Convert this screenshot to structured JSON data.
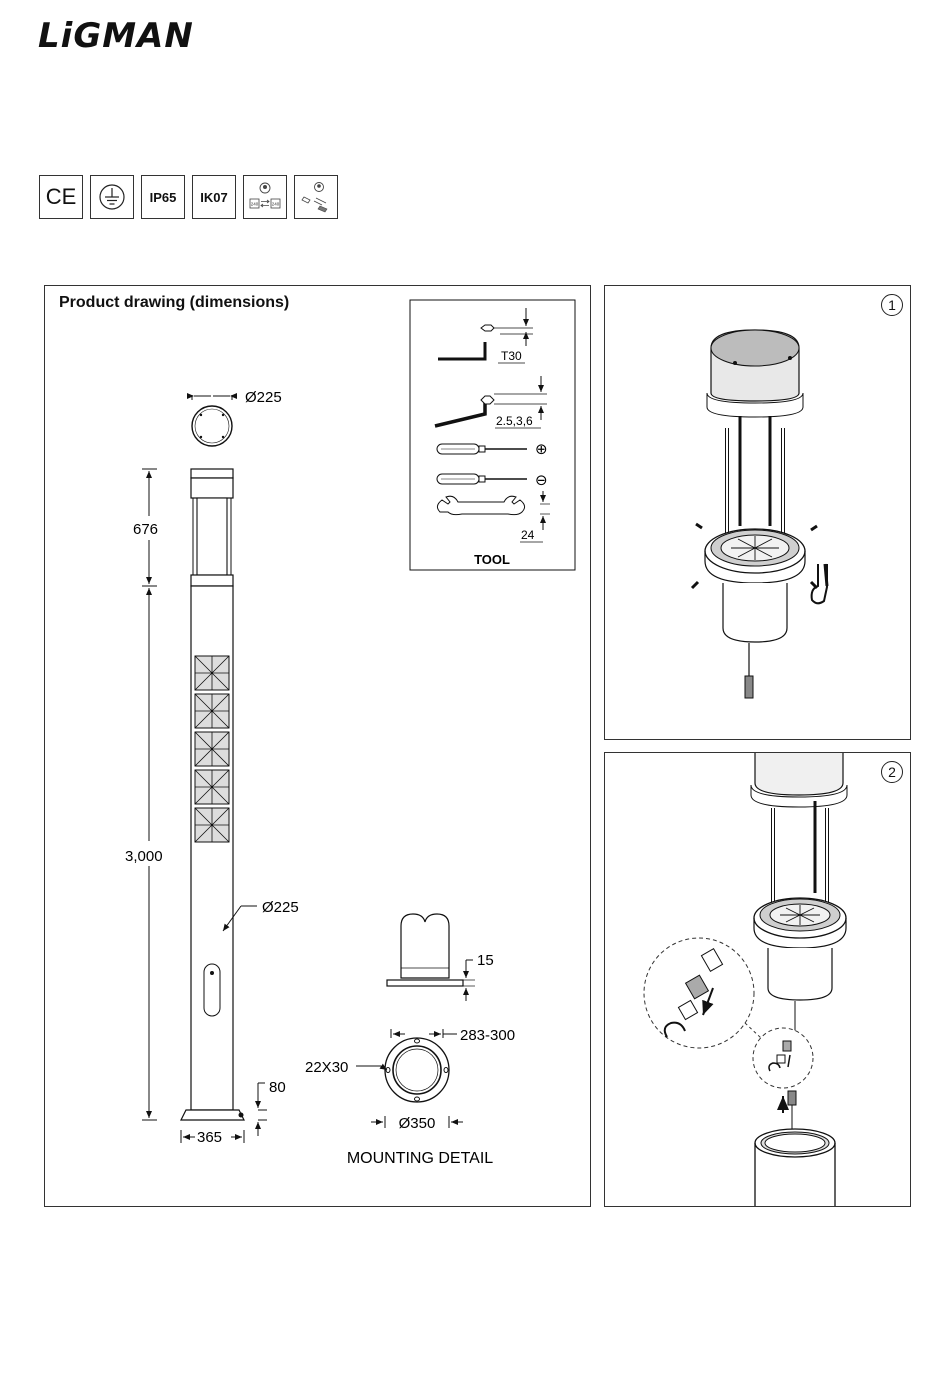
{
  "brand": {
    "name": "LiGMAN"
  },
  "certifications": [
    {
      "label": "CE",
      "icon": "ce-mark-icon"
    },
    {
      "label": "",
      "icon": "earth-ground-icon"
    },
    {
      "label": "IP65",
      "icon": "ip-rating-icon"
    },
    {
      "label": "IK07",
      "icon": "ik-rating-icon"
    },
    {
      "label": "240",
      "icon": "voltage-switch-icon"
    },
    {
      "label": "",
      "icon": "wiring-connector-icon"
    }
  ],
  "drawing": {
    "title": "Product drawing (dimensions)",
    "top_diameter": "Ø225",
    "head_height": "676",
    "total_height": "3,000",
    "pole_diameter": "Ø225",
    "base_height": "80",
    "base_width": "365",
    "tools": {
      "title": "TOOL",
      "torx": "T30",
      "hex": "2.5,3,6",
      "wrench": "24",
      "phillips_symbol": "⊕",
      "flat_symbol": "⊖"
    },
    "mounting": {
      "title": "MOUNTING DETAIL",
      "flange_thickness": "15",
      "bolt_circle": "283-300",
      "slot_size": "22X30",
      "base_diameter": "Ø350"
    }
  },
  "steps": [
    {
      "number": "1"
    },
    {
      "number": "2"
    }
  ]
}
